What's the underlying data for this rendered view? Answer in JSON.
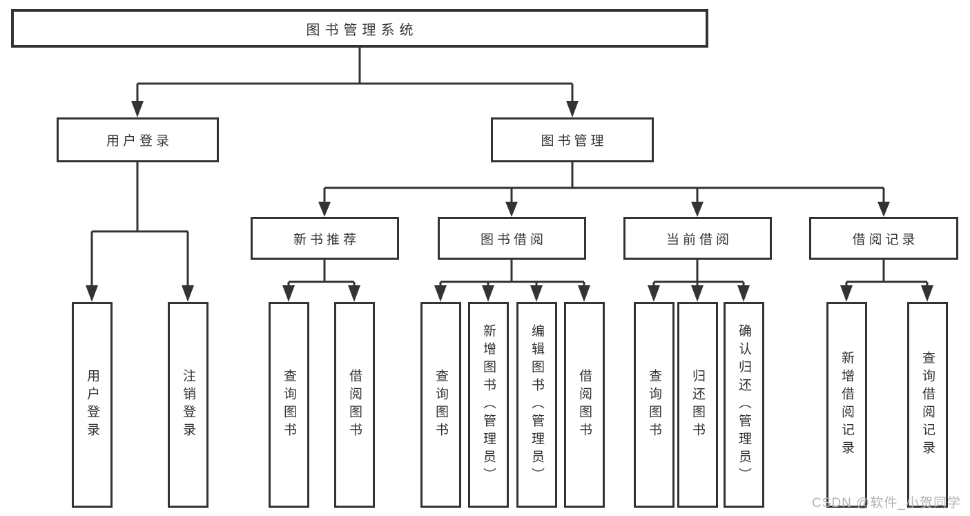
{
  "tree": {
    "label": "图书管理系统",
    "children": [
      {
        "label": "用户登录",
        "children": [
          {
            "label": "用户登录"
          },
          {
            "label": "注销登录"
          }
        ]
      },
      {
        "label": "图书管理",
        "children": [
          {
            "label": "新书推荐",
            "children": [
              {
                "label": "查询图书"
              },
              {
                "label": "借阅图书"
              }
            ]
          },
          {
            "label": "图书借阅",
            "children": [
              {
                "label": "查询图书"
              },
              {
                "label": "新增图书（管理员）"
              },
              {
                "label": "编辑图书（管理员）"
              },
              {
                "label": "借阅图书"
              }
            ]
          },
          {
            "label": "当前借阅",
            "children": [
              {
                "label": "查询图书"
              },
              {
                "label": "归还图书"
              },
              {
                "label": "确认归还（管理员）"
              }
            ]
          },
          {
            "label": "借阅记录",
            "children": [
              {
                "label": "新增借阅记录"
              },
              {
                "label": "查询借阅记录"
              }
            ]
          }
        ]
      }
    ]
  },
  "watermark": {
    "text": "CSDN @软件_小贺同学"
  },
  "colors": {
    "line": "#333333",
    "box_border": "#333333",
    "box_bg": "#ffffff",
    "text": "#333333",
    "watermark": "#b3b3b3",
    "background": "#ffffff"
  }
}
